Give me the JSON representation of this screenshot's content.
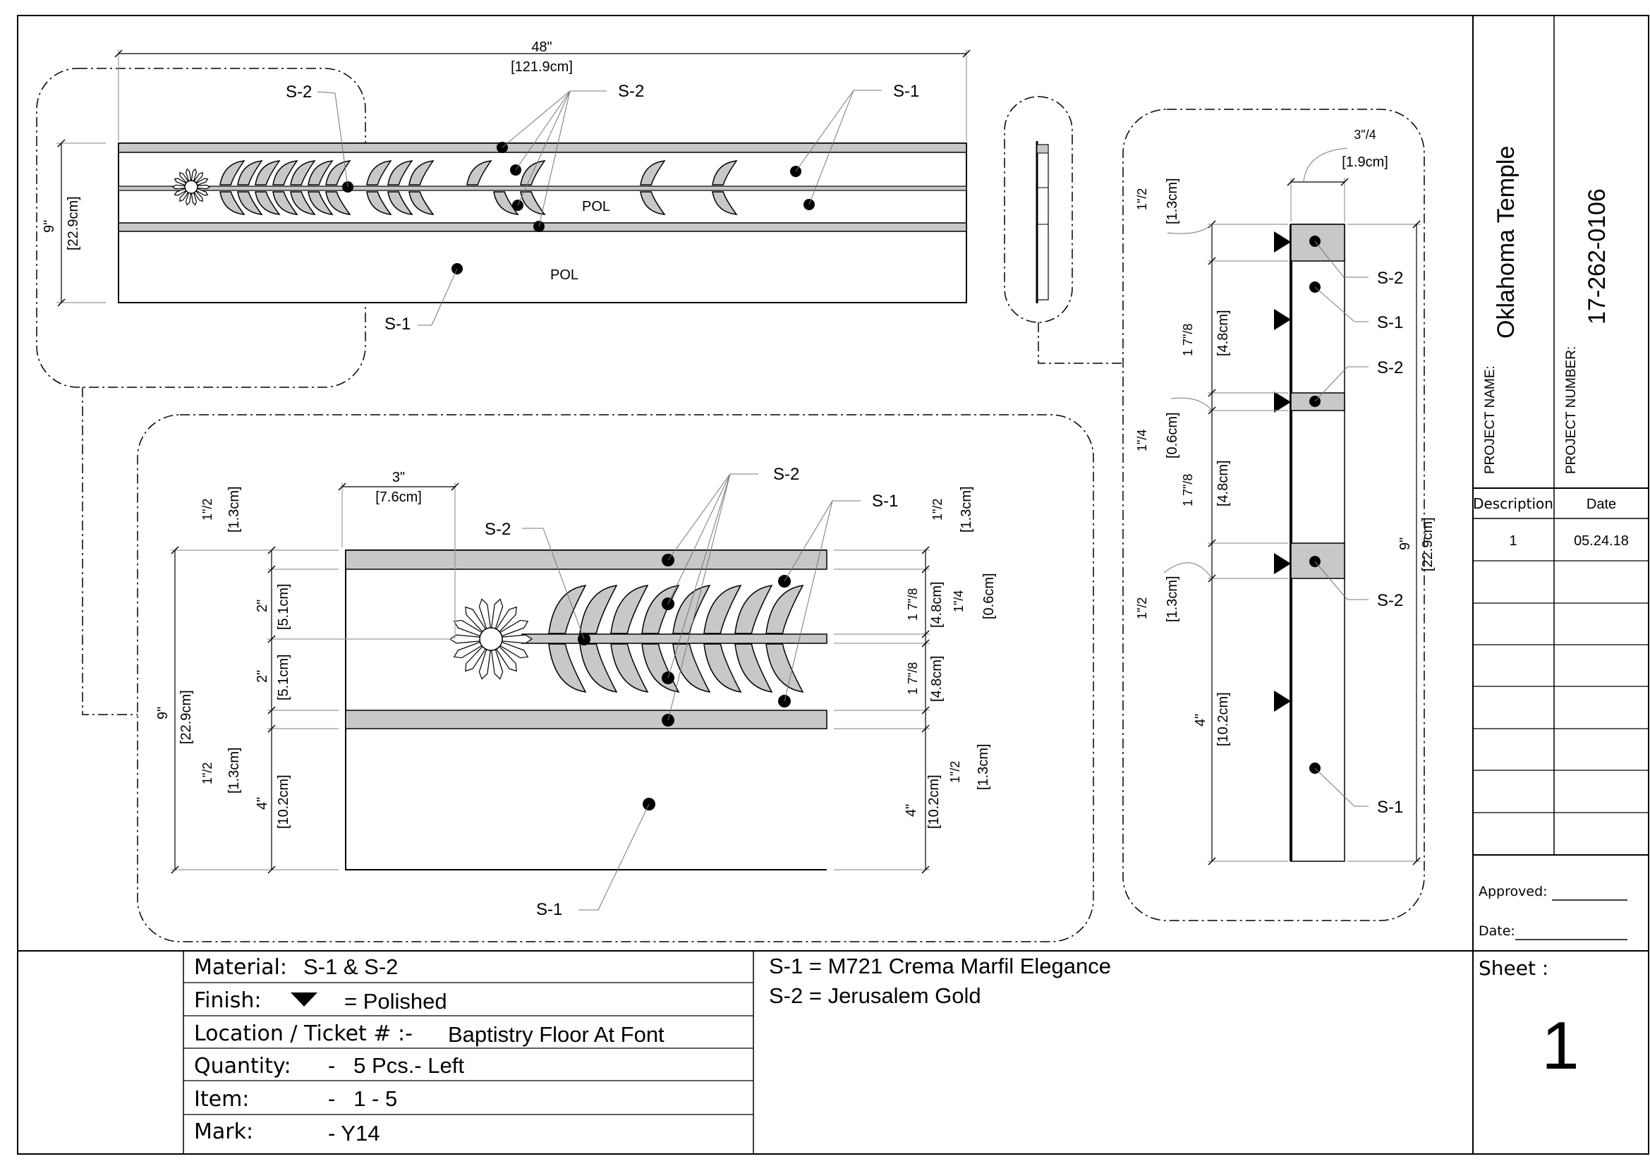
{
  "main": {
    "dim_48": "48\"",
    "dim_48_cm": "[121.9cm]",
    "dim_9": "9\"",
    "dim_9_cm": "[22.9cm]",
    "pol_upper": "POL",
    "pol_lower": "POL",
    "s2_left": "S-2",
    "s2_center": "S-2",
    "s1_right": "S-1",
    "s1_bottom": "S-1"
  },
  "detail": {
    "dim_3": "3\"",
    "dim_3_cm": "[7.6cm]",
    "s2_a": "S-2",
    "s2_b": "S-2",
    "s1_a": "S-1",
    "s1_b": "S-1",
    "left_top_frac": "1\"/2",
    "left_top_cm": "[1.3cm]",
    "left_2a": "2\"",
    "left_2a_cm": "[5.1cm]",
    "left_2b": "2\"",
    "left_2b_cm": "[5.1cm]",
    "left_9": "9\"",
    "left_9_cm": "[22.9cm]",
    "left_bot_frac": "1\"/2",
    "left_bot_cm": "[1.3cm]",
    "left_4": "4\"",
    "left_4_cm": "[10.2cm]",
    "right_top_frac": "1\"/2",
    "right_top_cm": "[1.3cm]",
    "right_78a": "1 7\"/8",
    "right_78a_cm": "[4.8cm]",
    "right_14": "1\"/4",
    "right_14_cm": "[0.6cm]",
    "right_78b": "1 7\"/8",
    "right_78b_cm": "[4.8cm]",
    "right_bot_frac": "1\"/2",
    "right_bot_cm": "[1.3cm]",
    "right_4": "4\"",
    "right_4_cm": "[10.2cm]"
  },
  "section": {
    "top_frac": "3\"/4",
    "top_cm": "[1.9cm]",
    "s2_1": "S-2",
    "s1_1": "S-1",
    "s2_2": "S-2",
    "s2_3": "S-2",
    "s1_2": "S-1",
    "d1_frac": "1\"/2",
    "d1_cm": "[1.3cm]",
    "d2_frac": "1 7\"/8",
    "d2_cm": "[4.8cm]",
    "d3_frac": "1\"/4",
    "d3_cm": "[0.6cm]",
    "d4_frac": "1 7\"/8",
    "d4_cm": "[4.8cm]",
    "d5_frac": "1\"/2",
    "d5_cm": "[1.3cm]",
    "d6": "4\"",
    "d6_cm": "[10.2cm]",
    "total": "9\"",
    "total_cm": "[22.9cm]"
  },
  "titleblock": {
    "project_name_label": "PROJECT NAME:",
    "project_name": "Oklahoma Temple",
    "project_number_label": "PROJECT NUMBER:",
    "project_number": "17-262-0106",
    "col_description": "Description",
    "col_date": "Date",
    "rev_desc": "1",
    "rev_date": "05.24.18",
    "approved_label": "Approved:",
    "date_label": "Date:",
    "sheet_label": "Sheet :",
    "sheet_number": "1"
  },
  "info": {
    "material_label": "Material:",
    "material_value": "S-1 & S-2",
    "finish_label": "Finish:",
    "finish_value": "= Polished",
    "location_label": "Location / Ticket # :-",
    "location_value": "Baptistry Floor At Font",
    "quantity_label": "Quantity:",
    "quantity_value": "-   5 Pcs.- Left",
    "item_label": "Item:",
    "item_value": "-   1 - 5",
    "mark_label": "Mark:",
    "mark_value": "- Y14",
    "legend_s1": "S-1 = M721 Crema Marfil Elegance",
    "legend_s2": "S-2 = Jerusalem Gold"
  },
  "colors": {
    "stone_s2": "#c8c8c8",
    "line": "#000000"
  }
}
